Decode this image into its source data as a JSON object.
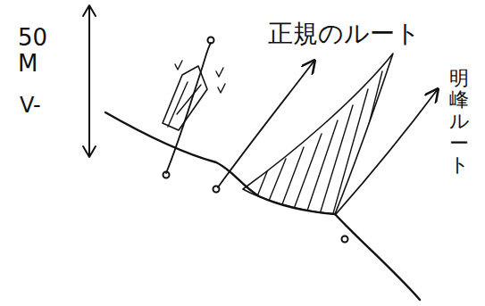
{
  "diagram": {
    "labels": [
      "50 M",
      "V-",
      "正規のルート",
      "明峰ルート"
    ]
  }
}
